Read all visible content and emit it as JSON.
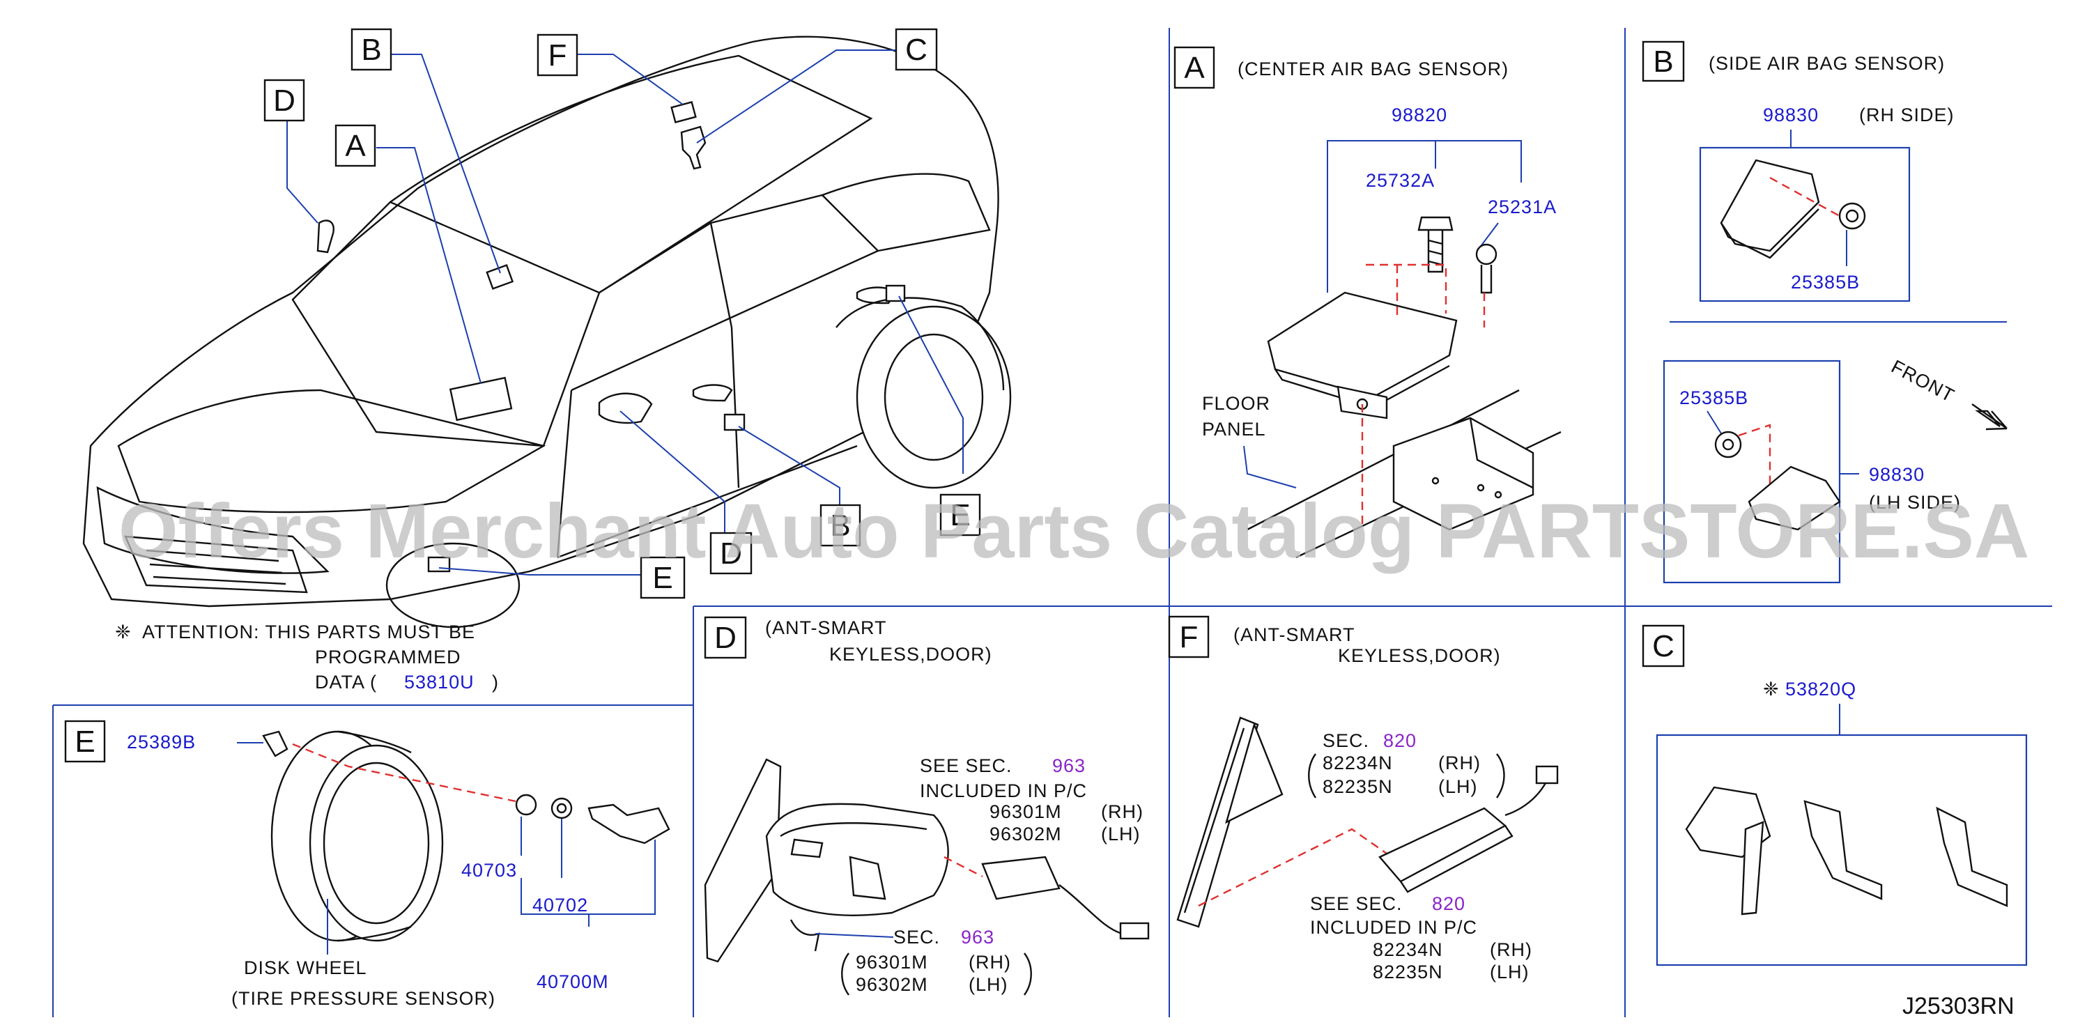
{
  "watermark": "Offers Merchant Auto Parts Catalog PARTSTORE.SA",
  "diagram_code": "J25303RN",
  "overview": {
    "callouts": [
      {
        "letter": "B"
      },
      {
        "letter": "F"
      },
      {
        "letter": "C"
      },
      {
        "letter": "D"
      },
      {
        "letter": "A"
      },
      {
        "letter": "B"
      },
      {
        "letter": "E"
      },
      {
        "letter": "D"
      },
      {
        "letter": "E"
      }
    ]
  },
  "attention": {
    "symbol": "❈",
    "line1": "ATTENTION:  THIS  PARTS  MUST  BE",
    "line2": "PROGRAMMED",
    "line3_prefix": "DATA  (",
    "line3_part": "53810U",
    "line3_suffix": ")"
  },
  "panel_a": {
    "letter": "A",
    "title": "(CENTER  AIR  BAG  SENSOR)",
    "part_main": "98820",
    "part_bolt": "25732A",
    "part_bracket": "25231A",
    "floor_label_1": "FLOOR",
    "floor_label_2": "PANEL"
  },
  "panel_b": {
    "letter": "B",
    "title": "(SIDE  AIR  BAG  SENSOR)",
    "rh_part": "98830",
    "rh_label": "(RH  SIDE)",
    "rh_nut": "25385B",
    "lh_nut": "25385B",
    "lh_part": "98830",
    "lh_label": "(LH  SIDE)",
    "front_label": "FRONT"
  },
  "panel_c": {
    "letter": "C",
    "symbol": "❈",
    "part": "53820Q"
  },
  "panel_d": {
    "letter": "D",
    "title_1": "(ANT-SMART",
    "title_2": "KEYLESS,DOOR)",
    "see_sec": "SEE  SEC.",
    "sec_num_top": "963",
    "included": "INCLUDED  IN  P/C",
    "top_rh_part": "96301M",
    "top_rh": "(RH)",
    "top_lh_part": "96302M",
    "top_lh": "(LH)",
    "sec_label": "SEC.",
    "sec_num_bottom": "963",
    "bot_rh_part": "96301M",
    "bot_rh": "(RH)",
    "bot_lh_part": "96302M",
    "bot_lh": "(LH)"
  },
  "panel_e": {
    "letter": "E",
    "valve_cap": "25389B",
    "nut": "40703",
    "grommet": "40702",
    "sensor_assy": "40700M",
    "disk_label": "DISK   WHEEL",
    "tire_label": "(TIRE   PRESSURE   SENSOR)"
  },
  "panel_f": {
    "letter": "F",
    "title_1": "(ANT-SMART",
    "title_2": "KEYLESS,DOOR)",
    "sec_label": "SEC.",
    "sec_num_top": "820",
    "top_rh_part": "82234N",
    "top_rh": "(RH)",
    "top_lh_part": "82235N",
    "top_lh": "(LH)",
    "see_sec": "SEE  SEC.",
    "sec_num_bottom": "820",
    "included": "INCLUDED  IN  P/C",
    "bot_rh_part": "82234N",
    "bot_rh": "(RH)",
    "bot_lh_part": "82235N",
    "bot_lh": "(LH)"
  }
}
